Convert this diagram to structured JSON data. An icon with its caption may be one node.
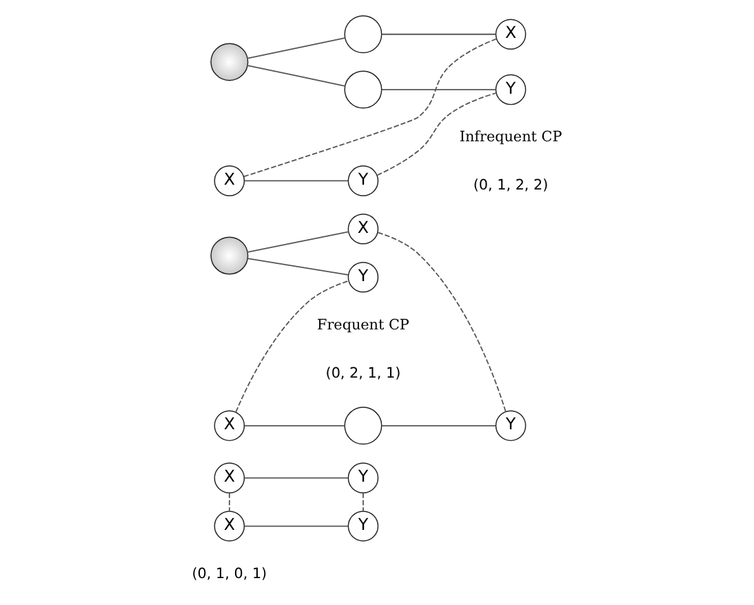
{
  "diagram": {
    "nodes": [
      {
        "text": [
          "Y"
        ]
      },
      {
        "text": [
          "Y"
        ]
      },
      {
        "text": [
          "X"
        ]
      },
      {
        "text": [
          "X"
        ]
      },
      {
        "text": [
          "Y"
        ]
      },
      {
        "text": [
          "X"
        ]
      },
      {
        "text": [],
        "shape": "circle"
      },
      {
        "text": [],
        "shape": "circle"
      },
      {
        "text": [
          "X"
        ]
      },
      {
        "text": [
          "Y"
        ]
      },
      {
        "text": [
          "X"
        ]
      },
      {
        "text": [
          "Y"
        ]
      },
      {
        "text": [],
        "shape": "circle"
      },
      {
        "text": [],
        "shape": "circle"
      },
      {
        "text": [
          "X"
        ]
      },
      {
        "text": [],
        "shape": "circle"
      },
      {
        "text": [
          "Y"
        ]
      }
    ],
    "edges": [
      {
        "from": 2,
        "to": 0,
        "arrow": "none"
      },
      {
        "from": 3,
        "to": 1,
        "arrow": "none"
      },
      {
        "from": 0,
        "to": 1,
        "arrow": "none",
        "style": "dashed"
      },
      {
        "from": 2,
        "to": 3,
        "arrow": "none",
        "style": "dashed"
      },
      {
        "from": 8,
        "to": 6,
        "arrow": "none"
      },
      {
        "from": 6,
        "to": 4,
        "arrow": "none"
      },
      {
        "from": 7,
        "to": 5,
        "arrow": "none"
      },
      {
        "from": 7,
        "to": 9,
        "arrow": "none"
      },
      {
        "from": 4,
        "to": 5,
        "arrow": "none",
        "style": "dashed"
      },
      {
        "from": 8,
        "to": 9,
        "arrow": "none",
        "style": "dashed"
      },
      {
        "from": 14,
        "to": 11,
        "arrow": "none"
      },
      {
        "from": 13,
        "to": 12,
        "arrow": "none"
      },
      {
        "from": 13,
        "to": 15,
        "arrow": "none"
      },
      {
        "from": 12,
        "to": 10,
        "arrow": "none"
      },
      {
        "from": 15,
        "to": 16,
        "arrow": "none"
      },
      {
        "from": 14,
        "to": 10,
        "arrow": "none",
        "style": "dashed"
      },
      {
        "from": 11,
        "to": 16,
        "arrow": "none",
        "style": "dashed"
      }
    ],
    "labels": [
      "(0, 1, 0, 1)",
      "(0, 2, 1, 1)",
      "Frequent CP",
      "(0, 1, 2, 2)",
      "Infrequent CP"
    ]
  }
}
